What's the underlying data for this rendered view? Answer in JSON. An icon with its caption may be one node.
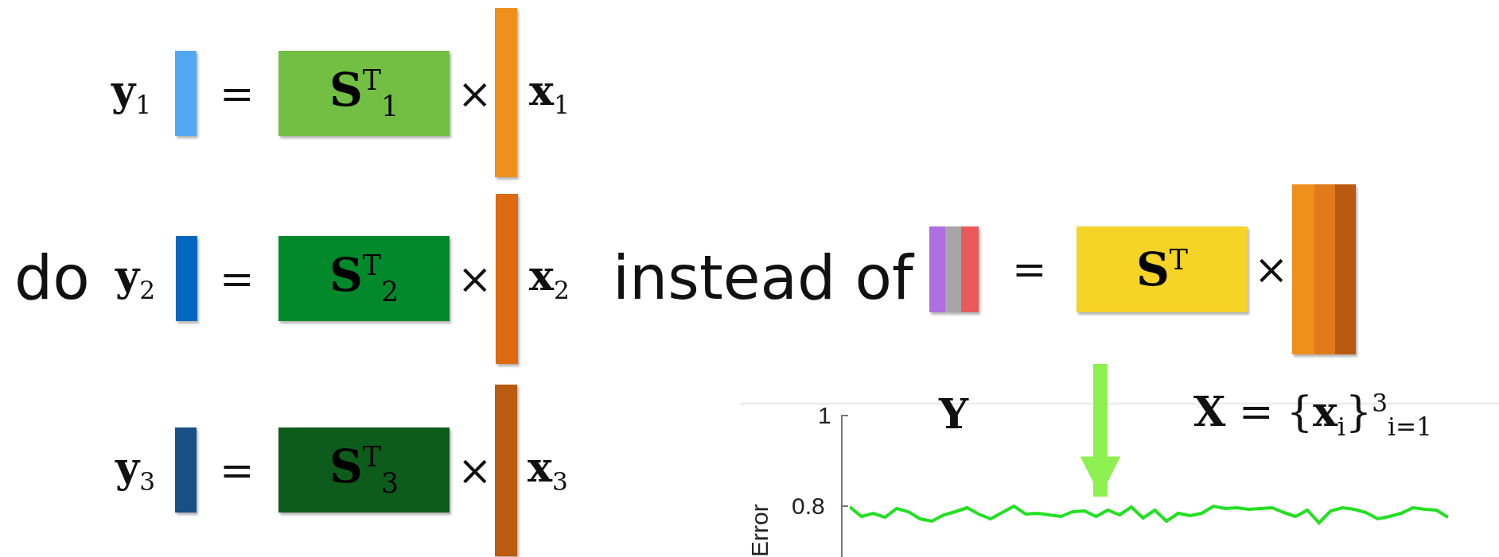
{
  "diagram": {
    "nodes": [
      {
        "text": [],
        "shape": "bar",
        "beside": [
          "**y**$_{1}$"
        ]
      },
      {
        "text": [
          "**S**$^{T}$$_{1}$"
        ]
      },
      {
        "text": [],
        "shape": "bar",
        "beside": [
          "**x**$_{1}$"
        ]
      },
      {
        "text": [],
        "shape": "bar",
        "beside": [
          "**y**$_{2}$"
        ]
      },
      {
        "text": [
          "**S**$^{T}$$_{2}$"
        ]
      },
      {
        "text": [],
        "shape": "bar",
        "beside": [
          "**x**$_{2}$"
        ]
      },
      {
        "text": [],
        "shape": "bar",
        "beside": [
          "**y**$_{3}$"
        ]
      },
      {
        "text": [
          "**S**$^{T}$$_{3}$"
        ]
      },
      {
        "text": [],
        "shape": "bar",
        "beside": [
          "**x**$_{3}$"
        ]
      },
      {
        "text": [],
        "shape": "bar"
      },
      {
        "text": [],
        "shape": "bar"
      },
      {
        "text": [],
        "shape": "bar"
      },
      {
        "text": [
          "**S**$^{T}$"
        ]
      },
      {
        "text": [],
        "shape": "bar"
      },
      {
        "text": [],
        "shape": "bar"
      },
      {
        "text": [],
        "shape": "bar"
      },
      {
        "text": [],
        "shape": "picture"
      }
    ],
    "edges": [
      {
        "from": null,
        "to": 16,
        "arrow": "to"
      }
    ],
    "labels": [
      "=",
      "×",
      "do",
      "=",
      "×",
      "instead of",
      "=",
      "×",
      "=",
      "×",
      "**Y**",
      "**X** = {**x**$_{i}$}$^{3}$$_{i=1}$",
      "1",
      "0.8",
      "Error"
    ]
  }
}
